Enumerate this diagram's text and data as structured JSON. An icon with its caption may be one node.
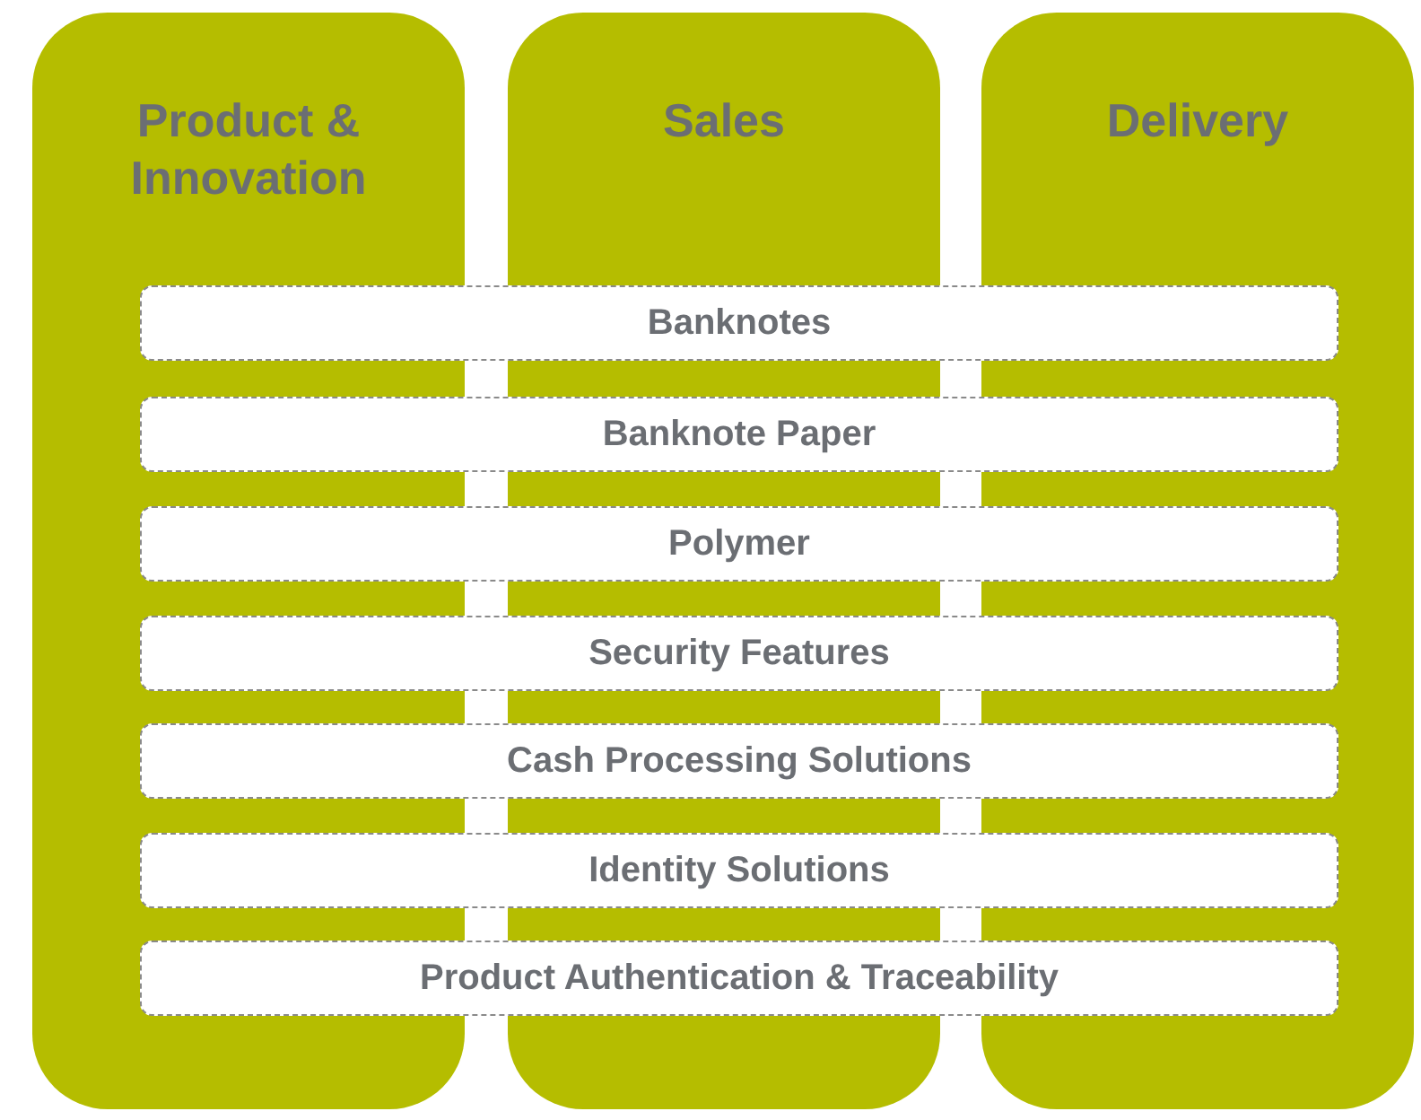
{
  "diagram": {
    "nodes": [
      {
        "text": [
          "Product & Innovation"
        ]
      },
      {
        "text": [
          "Sales"
        ]
      },
      {
        "text": [
          "Delivery"
        ]
      },
      {
        "text": [
          "Banknotes"
        ]
      },
      {
        "text": [
          "Banknote Paper"
        ]
      },
      {
        "text": [
          "Polymer"
        ]
      },
      {
        "text": [
          "Security Features"
        ]
      },
      {
        "text": [
          "Cash Processing Solutions"
        ]
      },
      {
        "text": [
          "Identity Solutions"
        ]
      },
      {
        "text": [
          "Product Authentication & Traceability"
        ]
      }
    ]
  }
}
